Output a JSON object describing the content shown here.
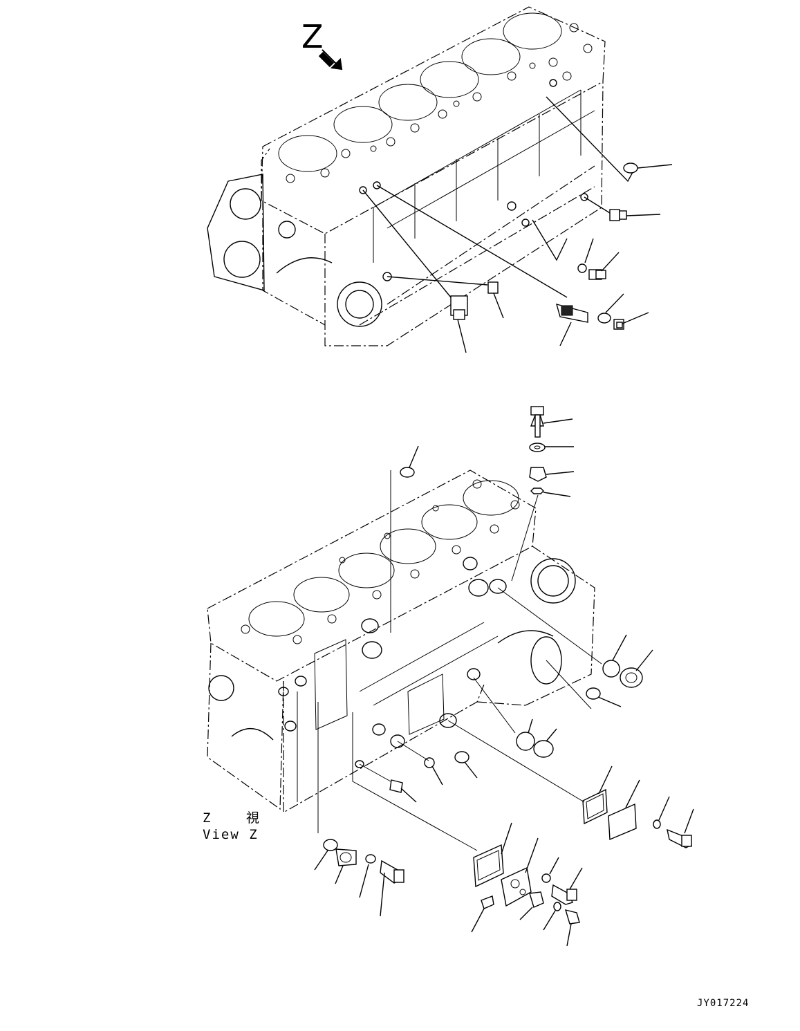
{
  "diagram": {
    "view_arrow_label": "Z",
    "view_caption_jp": "Z 視",
    "view_caption_en": "View Z",
    "drawing_id": "JY017224"
  },
  "colors": {
    "line": "#000000",
    "background": "#ffffff"
  },
  "icons": {
    "view_arrow": "arrow-down-right-icon"
  }
}
